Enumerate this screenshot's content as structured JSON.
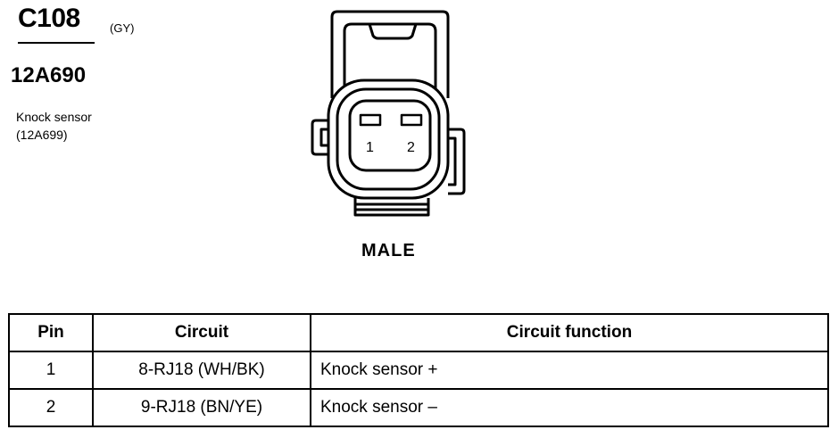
{
  "connector": {
    "id": "C108",
    "color": "(GY)",
    "part_number": "12A690",
    "component": "Knock sensor",
    "component_part": "(12A699)",
    "view": "MALE",
    "pins": [
      "1",
      "2"
    ]
  },
  "table": {
    "headers": [
      "Pin",
      "Circuit",
      "Circuit function"
    ],
    "rows": [
      {
        "pin": "1",
        "circuit": "8-RJ18 (WH/BK)",
        "function": "Knock sensor  +"
      },
      {
        "pin": "2",
        "circuit": "9-RJ18 (BN/YE)",
        "function": "Knock sensor  –"
      }
    ]
  }
}
